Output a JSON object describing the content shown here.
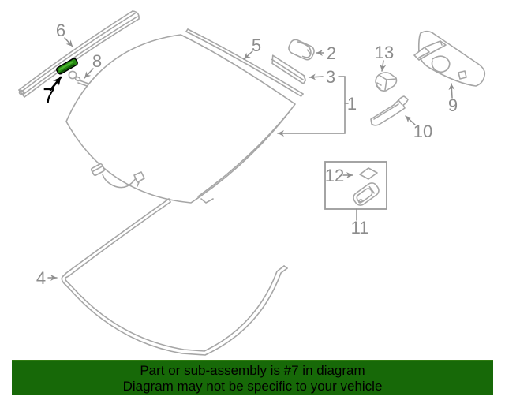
{
  "diagram": {
    "highlighted_callout": "7",
    "callouts": [
      {
        "label": "1"
      },
      {
        "label": "2"
      },
      {
        "label": "3"
      },
      {
        "label": "4"
      },
      {
        "label": "5"
      },
      {
        "label": "6"
      },
      {
        "label": "7"
      },
      {
        "label": "8"
      },
      {
        "label": "9"
      },
      {
        "label": "10"
      },
      {
        "label": "11"
      },
      {
        "label": "12"
      },
      {
        "label": "13"
      }
    ],
    "colors": {
      "line": "#a6a6a6",
      "label": "#8c8c8c",
      "highlight_fill": "#268a12",
      "highlight_outline": "#000000"
    }
  },
  "banner": {
    "line1": "Part or sub-assembly is #7 in diagram",
    "line2": "Diagram may not be specific to your vehicle",
    "colors": {
      "background": "#176908",
      "border_top": "#2e7a10",
      "text": "#000000"
    }
  }
}
